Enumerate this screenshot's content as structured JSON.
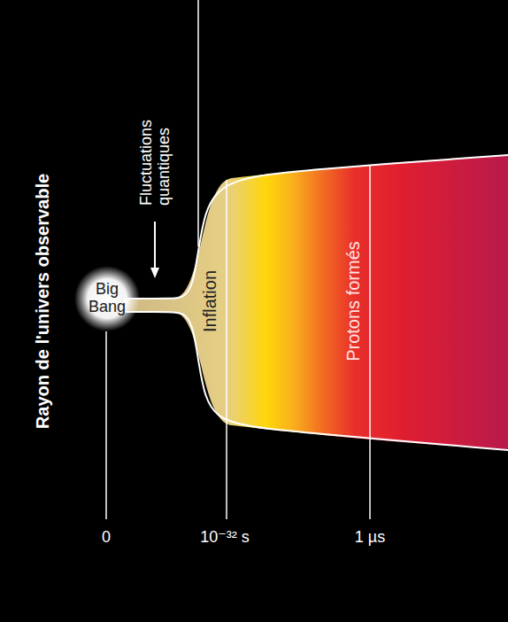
{
  "diagram": {
    "nodes": [
      {
        "text": [
          "Big Bang"
        ]
      },
      {
        "text": [
          "Inflation",
          "Protons formés"
        ]
      }
    ],
    "labels": [
      "Rayon de l'univers observable",
      "Fluctuations quantiques",
      "0",
      "10⁻³² s",
      "1 µs"
    ]
  }
}
